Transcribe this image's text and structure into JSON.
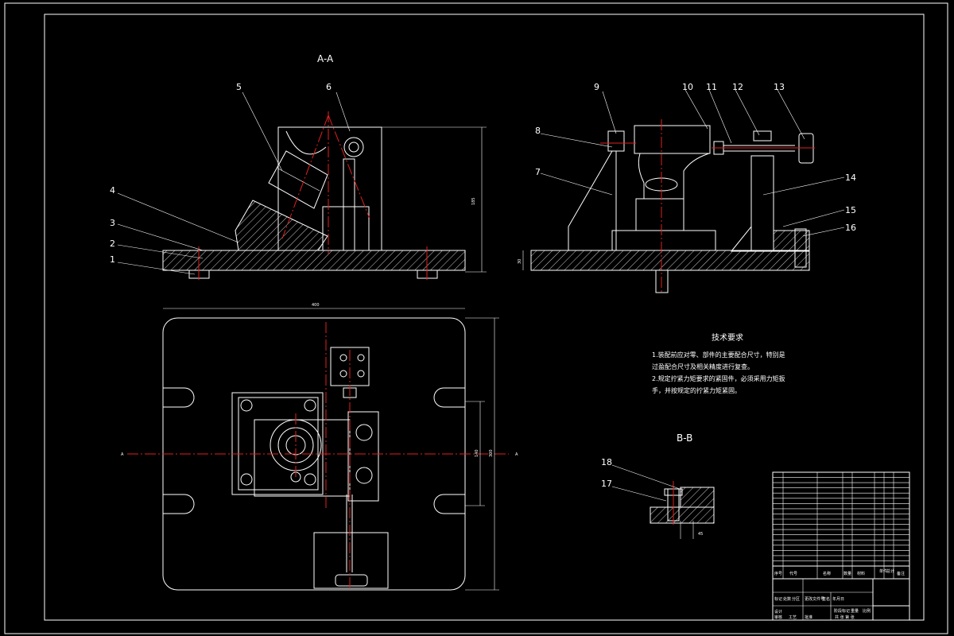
{
  "sections": {
    "aa_label": "A-A",
    "bb_label": "B-B"
  },
  "part_numbers": [
    "1",
    "2",
    "3",
    "4",
    "5",
    "6",
    "7",
    "8",
    "9",
    "10",
    "11",
    "12",
    "13",
    "14",
    "15",
    "16",
    "17",
    "18"
  ],
  "dimensions": {
    "height_left": "185",
    "base_right": "30",
    "width_top": "400",
    "height_plan": "300",
    "inner_plan": "140",
    "width_dim_45": "45",
    "a_marks": [
      "A",
      "A"
    ]
  },
  "tech_requirements": {
    "title": "技术要求",
    "lines": [
      "1.装配前应对零、部件的主要配合尺寸，特别是",
      "过盈配合尺寸及相关精度进行复查。",
      "2.规定拧紧力矩要求的紧固件，必须采用力矩扳",
      "手，并按规定的拧紧力矩紧固。"
    ]
  },
  "title_block": {
    "headers": [
      "序号",
      "代号",
      "名称",
      "数量",
      "材料",
      "单件",
      "总计",
      "备注"
    ],
    "bottom_labels": [
      "标记",
      "处数",
      "分区",
      "更改文件号",
      "签名",
      "年月日",
      "阶段标记",
      "重量",
      "比例",
      "设计",
      "审核",
      "工艺",
      "批准",
      "共 张 第 张"
    ]
  },
  "colors": {
    "background": "#000000",
    "lines": "#ffffff",
    "center_lines": "#e02020"
  }
}
